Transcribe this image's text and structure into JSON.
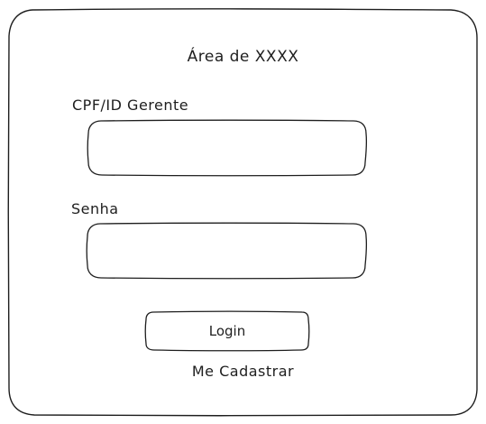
{
  "form": {
    "title": "Área de XXXX",
    "cpf_label": "CPF/ID Gerente",
    "cpf_value": "",
    "password_label": "Senha",
    "password_value": "",
    "login_label": "Login",
    "register_label": "Me Cadastrar"
  },
  "colors": {
    "stroke": "#1e1e1e",
    "background": "#ffffff"
  }
}
